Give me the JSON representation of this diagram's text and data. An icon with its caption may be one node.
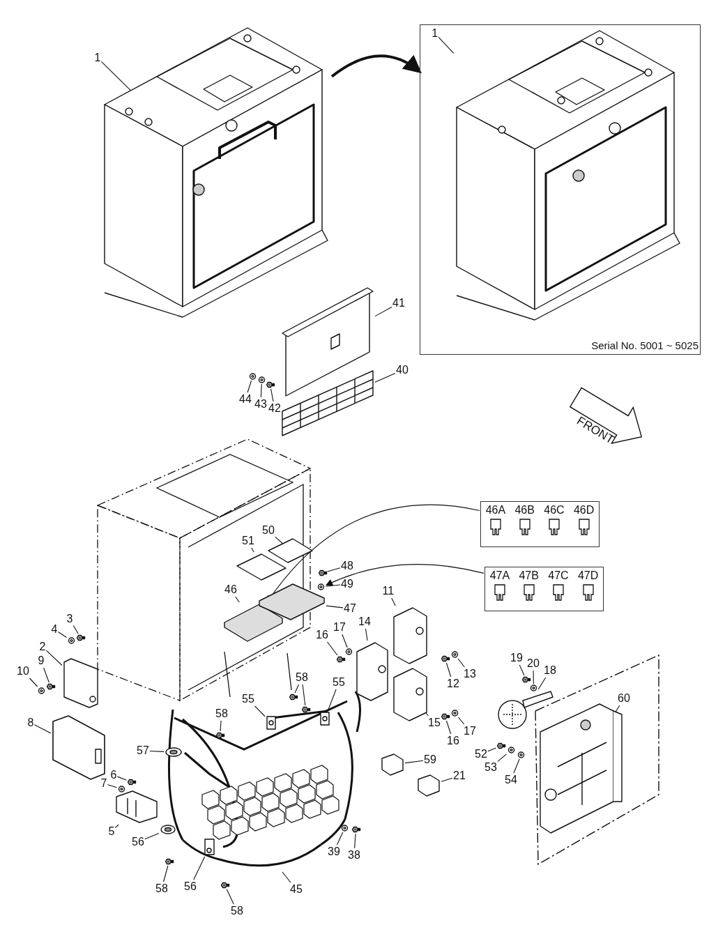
{
  "diagram": {
    "nodes": [
      {
        "text": [
          "1"
        ]
      },
      {
        "text": [
          "Serial No. 5001 ~ 5025"
        ]
      },
      {
        "text": [
          "1"
        ],
        "in": 1
      },
      {
        "text": [
          "41"
        ]
      },
      {
        "text": [
          "40"
        ]
      },
      {
        "text": [
          "44"
        ]
      },
      {
        "text": [
          "43"
        ]
      },
      {
        "text": [
          "42"
        ]
      },
      {
        "text": [
          "46A",
          "46B",
          "46C",
          "46D"
        ]
      },
      {
        "text": [
          "50"
        ]
      },
      {
        "text": [
          "51"
        ]
      },
      {
        "text": [
          "48"
        ]
      },
      {
        "text": [
          "49"
        ]
      },
      {
        "text": [
          "47A",
          "47B",
          "47C",
          "47D"
        ]
      },
      {
        "text": [
          "46"
        ]
      },
      {
        "text": [
          "47"
        ]
      },
      {
        "text": [
          "11"
        ]
      },
      {
        "text": [
          "3"
        ]
      },
      {
        "text": [
          "4"
        ]
      },
      {
        "text": [
          "14"
        ]
      },
      {
        "text": [
          "16"
        ]
      },
      {
        "text": [
          "17"
        ]
      },
      {
        "text": [
          "2"
        ]
      },
      {
        "text": [
          "9"
        ]
      },
      {
        "text": [
          "10"
        ]
      },
      {
        "text": [
          "19"
        ]
      },
      {
        "text": [
          "20"
        ]
      },
      {
        "text": [
          "18"
        ]
      },
      {
        "text": [
          "58"
        ]
      },
      {
        "text": [
          "55"
        ]
      },
      {
        "text": [
          "12"
        ]
      },
      {
        "text": [
          "13"
        ]
      },
      {
        "text": [
          "55"
        ]
      },
      {
        "text": [
          "60"
        ]
      },
      {
        "text": [
          "58"
        ]
      },
      {
        "text": [
          "8"
        ]
      },
      {
        "text": [
          "15"
        ]
      },
      {
        "text": [
          "16"
        ]
      },
      {
        "text": [
          "17"
        ]
      },
      {
        "text": [
          "57"
        ]
      },
      {
        "text": [
          "52"
        ]
      },
      {
        "text": [
          "59"
        ]
      },
      {
        "text": [
          "53"
        ]
      },
      {
        "text": [
          "6"
        ]
      },
      {
        "text": [
          "21"
        ]
      },
      {
        "text": [
          "54"
        ]
      },
      {
        "text": [
          "7"
        ]
      },
      {
        "text": [
          "5"
        ]
      },
      {
        "text": [
          "56"
        ]
      },
      {
        "text": [
          "39"
        ]
      },
      {
        "text": [
          "38"
        ]
      },
      {
        "text": [
          "56"
        ]
      },
      {
        "text": [
          "58"
        ]
      },
      {
        "text": [
          "45"
        ]
      },
      {
        "text": [
          "58"
        ]
      },
      {
        "text": [],
        "shape": "picture"
      },
      {
        "text": [],
        "shape": "picture",
        "in": 1
      },
      {
        "text": [],
        "shape": "picture"
      },
      {
        "text": [],
        "shape": "picture"
      },
      {
        "text": [],
        "shape": "picture"
      },
      {
        "text": [],
        "shape": "picture"
      },
      {
        "text": [],
        "shape": "picture"
      },
      {
        "text": [],
        "shape": "picture"
      },
      {
        "text": [],
        "shape": "picture"
      },
      {
        "text": [],
        "shape": "picture"
      },
      {
        "text": [],
        "shape": "picture"
      },
      {
        "text": [],
        "shape": "picture"
      },
      {
        "text": [],
        "shape": "picture"
      },
      {
        "text": [],
        "shape": "picture"
      },
      {
        "text": [],
        "shape": "picture"
      },
      {
        "text": [],
        "shape": "picture"
      },
      {
        "text": [],
        "shape": "picture"
      },
      {
        "text": [],
        "shape": "picture"
      },
      {
        "text": [],
        "shape": "picture"
      },
      {
        "text": [],
        "shape": "picture"
      },
      {
        "text": [],
        "shape": "picture"
      },
      {
        "text": [],
        "shape": "picture"
      },
      {
        "text": [],
        "shape": "picture"
      },
      {
        "text": [],
        "shape": "picture"
      },
      {
        "text": [],
        "shape": "picture"
      },
      {
        "text": [],
        "shape": "picture"
      },
      {
        "text": [],
        "shape": "picture"
      },
      {
        "text": [],
        "shape": "picture"
      },
      {
        "text": [],
        "shape": "picture"
      },
      {
        "text": [],
        "shape": "picture"
      },
      {
        "text": [],
        "shape": "picture"
      },
      {
        "text": [],
        "shape": "picture"
      },
      {
        "text": [],
        "shape": "picture"
      },
      {
        "text": [],
        "shape": "picture"
      },
      {
        "text": [],
        "shape": "picture"
      },
      {
        "text": [],
        "shape": "picture"
      },
      {
        "text": [],
        "shape": "picture"
      },
      {
        "text": [],
        "shape": "picture"
      },
      {
        "text": [],
        "shape": "picture"
      },
      {
        "text": [],
        "shape": "picture"
      },
      {
        "text": [],
        "shape": "picture"
      },
      {
        "text": [],
        "shape": "picture"
      },
      {
        "text": [],
        "shape": "picture"
      },
      {
        "text": [],
        "shape": "picture"
      },
      {
        "text": [],
        "shape": "picture"
      },
      {
        "text": [],
        "shape": "picture"
      },
      {
        "text": [],
        "shape": "picture"
      },
      {
        "text": [],
        "shape": "picture"
      },
      {
        "text": [],
        "shape": "picture"
      },
      {
        "text": [],
        "shape": "picture"
      },
      {
        "text": [],
        "shape": "picture"
      },
      {
        "text": [],
        "shape": "picture"
      },
      {
        "text": [],
        "shape": "picture"
      }
    ],
    "edges": [
      {
        "from": 0,
        "to": 55,
        "arrow": "none"
      },
      {
        "from": 2,
        "to": 56,
        "arrow": "none"
      },
      {
        "from": 3,
        "to": 57,
        "arrow": "none"
      },
      {
        "from": 4,
        "to": 58,
        "arrow": "none"
      },
      {
        "from": 5,
        "to": 59,
        "arrow": "none"
      },
      {
        "from": 6,
        "to": 60,
        "arrow": "none"
      },
      {
        "from": 7,
        "to": 61,
        "arrow": "none"
      },
      {
        "from": 8,
        "to": 66,
        "arrow": "to"
      },
      {
        "from": 9,
        "to": 62,
        "arrow": "none"
      },
      {
        "from": 10,
        "to": 63,
        "arrow": "none"
      },
      {
        "from": 11,
        "to": 64,
        "arrow": "none"
      },
      {
        "from": 12,
        "to": 65,
        "arrow": "none"
      },
      {
        "from": 13,
        "to": 67,
        "arrow": "to"
      },
      {
        "from": 14,
        "to": 66,
        "arrow": "none"
      },
      {
        "from": 15,
        "to": 67,
        "arrow": "none"
      },
      {
        "from": 16,
        "to": 68,
        "arrow": "none"
      },
      {
        "from": 17,
        "to": 69,
        "arrow": "none"
      },
      {
        "from": 18,
        "to": 70,
        "arrow": "none"
      },
      {
        "from": 19,
        "to": 71,
        "arrow": "none"
      },
      {
        "from": 20,
        "to": 72,
        "arrow": "none"
      },
      {
        "from": 21,
        "to": 73,
        "arrow": "none"
      },
      {
        "from": 22,
        "to": 74,
        "arrow": "none"
      },
      {
        "from": 23,
        "to": 75,
        "arrow": "none"
      },
      {
        "from": 24,
        "to": 76,
        "arrow": "none"
      },
      {
        "from": 25,
        "to": 77,
        "arrow": "none"
      },
      {
        "from": 26,
        "to": 78,
        "arrow": "none"
      },
      {
        "from": 27,
        "to": 79,
        "arrow": "none"
      },
      {
        "from": 28,
        "to": 80,
        "arrow": "none"
      },
      {
        "from": 28,
        "to": 81,
        "arrow": "none"
      },
      {
        "from": 29,
        "to": 82,
        "arrow": "none"
      },
      {
        "from": 30,
        "to": 83,
        "arrow": "none"
      },
      {
        "from": 31,
        "to": 84,
        "arrow": "none"
      },
      {
        "from": 32,
        "to": 85,
        "arrow": "none"
      },
      {
        "from": 33,
        "to": 86,
        "arrow": "none"
      },
      {
        "from": 34,
        "to": 87,
        "arrow": "none"
      },
      {
        "from": 35,
        "to": 88,
        "arrow": "none"
      },
      {
        "from": 36,
        "to": 89,
        "arrow": "none"
      },
      {
        "from": 37,
        "to": 90,
        "arrow": "none"
      },
      {
        "from": 38,
        "to": 91,
        "arrow": "none"
      },
      {
        "from": 39,
        "to": 92,
        "arrow": "none"
      },
      {
        "from": 40,
        "to": 93,
        "arrow": "none"
      },
      {
        "from": 41,
        "to": 94,
        "arrow": "none"
      },
      {
        "from": 42,
        "to": 95,
        "arrow": "none"
      },
      {
        "from": 43,
        "to": 96,
        "arrow": "none"
      },
      {
        "from": 44,
        "to": 97,
        "arrow": "none"
      },
      {
        "from": 45,
        "to": 98,
        "arrow": "none"
      },
      {
        "from": 46,
        "to": 99,
        "arrow": "none"
      },
      {
        "from": 47,
        "to": 100,
        "arrow": "none"
      },
      {
        "from": 48,
        "to": 101,
        "arrow": "none"
      },
      {
        "from": 49,
        "to": 102,
        "arrow": "none"
      },
      {
        "from": 50,
        "to": 103,
        "arrow": "none"
      },
      {
        "from": 51,
        "to": 104,
        "arrow": "none"
      },
      {
        "from": 52,
        "to": 105,
        "arrow": "none"
      },
      {
        "from": 53,
        "to": 106,
        "arrow": "none"
      },
      {
        "from": 54,
        "to": 107,
        "arrow": "none"
      },
      {
        "from": 55,
        "to": 1,
        "arrow": "to",
        "style": "thick"
      }
    ],
    "labels": [
      "FRONT"
    ]
  }
}
